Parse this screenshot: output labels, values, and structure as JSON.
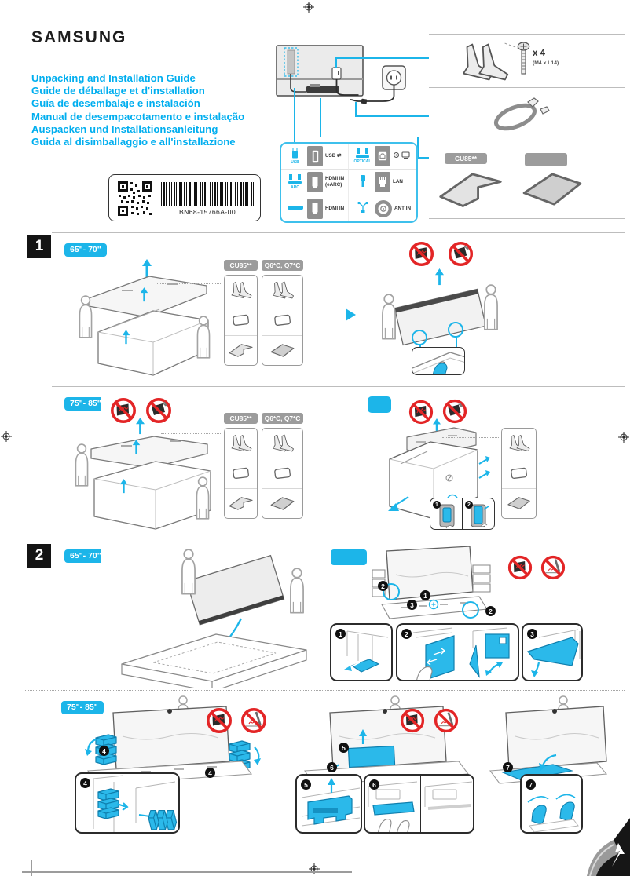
{
  "header": {
    "brand": "SAMSUNG",
    "titles": [
      "Unpacking and Installation Guide",
      "Guide de déballage et d'installation",
      "Guía de desembalaje e instalación",
      "Manual de desempacotamento e instalação",
      "Auspacken und Installationsanleitung",
      "Guida al disimballaggio e all'installazione"
    ],
    "part_number": "BN68-15766A-00"
  },
  "colors": {
    "accent_cyan": "#1cb5e9",
    "headline_cyan": "#00aeef",
    "prohibition_red": "#e32526",
    "badge_gray": "#9c9c9c"
  },
  "tv_ports": {
    "usb_icon_label": "USB",
    "usb_port_label": "USB ⇄",
    "optical_icon_label": "OPTICAL",
    "arc_icon_label": "ARC",
    "hdmi_earc_label": "HDMI IN",
    "hdmi_earc_sub": "(eARC)",
    "lan_label": "LAN",
    "hdmi_label": "HDMI IN",
    "ant_label": "ANT IN"
  },
  "accessories": {
    "screw_qty": "x 4",
    "screw_spec": "(M4 x L14)",
    "stand_model_left": "CU85**",
    "stand_model_right": ""
  },
  "section1": {
    "number": "1",
    "row_65_70": {
      "size_badge": "65\"- 70\"",
      "model_left": "CU85**",
      "model_right": "Q6*C, Q7*C"
    },
    "row_75_85": {
      "size_badge": "75\"- 85\"",
      "model_left": "CU85**",
      "model_right": "Q6*C, Q7*C",
      "steps": [
        "1",
        "2"
      ]
    }
  },
  "section2": {
    "number": "2",
    "row_65_70": {
      "size_badge": "65\"- 70\"",
      "steps": [
        "1",
        "2",
        "3"
      ]
    },
    "row_75_85": {
      "size_badge": "75\"- 85\"",
      "steps": [
        "4",
        "5",
        "6",
        "7"
      ]
    }
  }
}
